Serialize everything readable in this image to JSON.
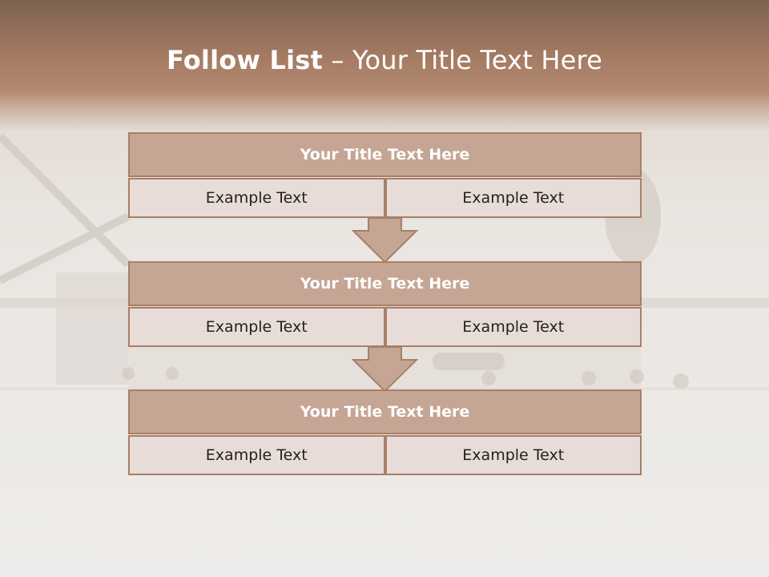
{
  "title": {
    "bold": "Follow List",
    "rest": " – Your Title Text Here"
  },
  "blocks": [
    {
      "heading": "Your Title Text Here",
      "left": "Example Text",
      "right": "Example Text"
    },
    {
      "heading": "Your Title Text Here",
      "left": "Example Text",
      "right": "Example Text"
    },
    {
      "heading": "Your Title Text Here",
      "left": "Example Text",
      "right": "Example Text"
    }
  ],
  "colors": {
    "header_fill": "#c5a594",
    "border": "#a87f67",
    "cell_fill": "#e7dcd8",
    "title_text": "#ffffff"
  },
  "icons": [
    "down-arrow-icon"
  ]
}
